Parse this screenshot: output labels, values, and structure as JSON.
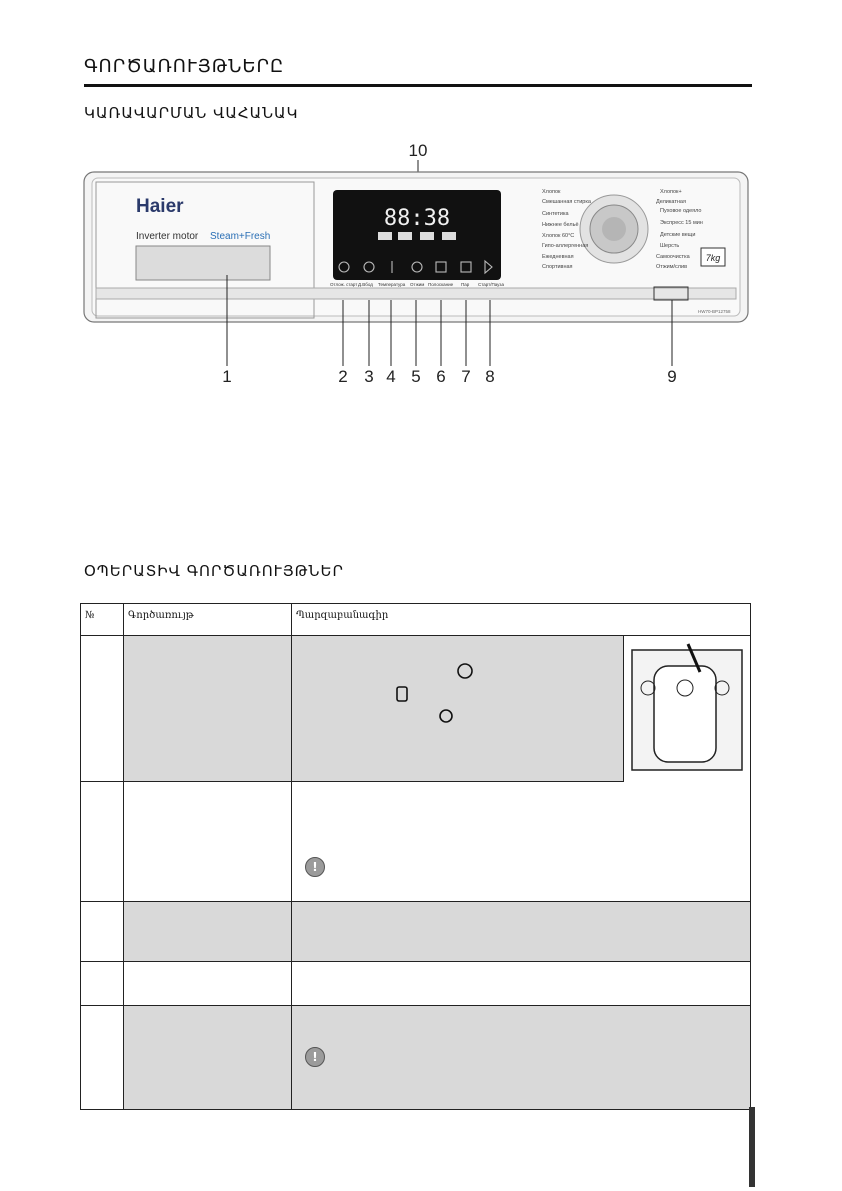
{
  "page": {
    "title": "ԳՈՐԾԱՌՈՒՅԹՆԵՐԸ",
    "section_control": "ԿԱՌԱՎԱՐՄԱՆ ՎԱՀԱՆԱԿ",
    "section_operations": "ՕՊԵՐԱՏԻՎ ԳՈՐԾԱՌՈՒՅԹՆԵՐ"
  },
  "panel": {
    "brand": "Haier",
    "inverter": "Inverter motor",
    "steam": "Steam+Fresh",
    "display_time": "88:38",
    "capacity": "7kg",
    "callouts": [
      "1",
      "2",
      "3",
      "4",
      "5",
      "6",
      "7",
      "8",
      "9",
      "10"
    ],
    "button_labels": [
      "Отлож. старт",
      "Д.Вбод",
      "Температура",
      "Отжим",
      "Полоскание",
      "Пар",
      "Старт/Пауза"
    ],
    "programs_left": [
      "Хлопок",
      "Смешанная стирка",
      "Синтетика",
      "Нижнее бельё",
      "Хлопок 60°C",
      "Гипо-аллергенная",
      "Ежедневная",
      "Спортивная"
    ],
    "programs_right": [
      "Хлопок+",
      "Деликатная",
      "Пуховое одеяло",
      "Экспресс 15 мин",
      "Детские вещи",
      "Шерсть",
      "Самоочистка",
      "Отжим/слив"
    ],
    "model": "HW70-BP12758"
  },
  "table": {
    "headers": [
      "№",
      "Գործառույթ",
      "Պարզաբանագիր"
    ]
  },
  "colors": {
    "shade": "#d9d9d9",
    "accent_blue": "#2a6fb5"
  }
}
